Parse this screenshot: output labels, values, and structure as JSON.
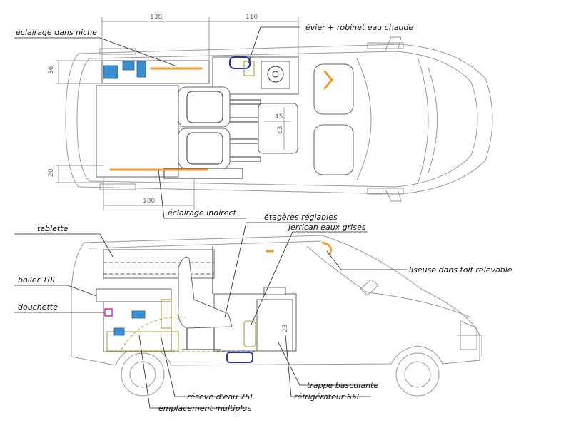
{
  "dimensions": {
    "top_width_left": "138",
    "top_width_right": "110",
    "left_height_upper": "36",
    "left_height_lower": "20",
    "table_width": "45",
    "table_depth": "63",
    "bed_length": "180",
    "side_small": "23"
  },
  "labels": {
    "eclairage_niche": "éclairage dans niche",
    "evier": "évier + robinet eau chaude",
    "eclairage_indirect": "éclairage indirect",
    "etageres": "étagères réglables",
    "jerrican": "jerrican eaux grises",
    "tablette": "tablette",
    "liseuse": "liseuse dans toit relevable",
    "boiler": "boiler 10L",
    "douchette": "douchette",
    "trappe": "trappe basculante",
    "refrigerateur": "réfrigérateur 65L",
    "reserve": "réseve d'eau 75L",
    "multiplus": "emplacement multiplus"
  },
  "colors": {
    "orange_lighting": "#f29a2e",
    "blue_equipment": "#3a8fd0",
    "olive_water": "#a8a23a",
    "magenta_shower": "#d62ad6",
    "navy_tank": "#2233cc"
  }
}
